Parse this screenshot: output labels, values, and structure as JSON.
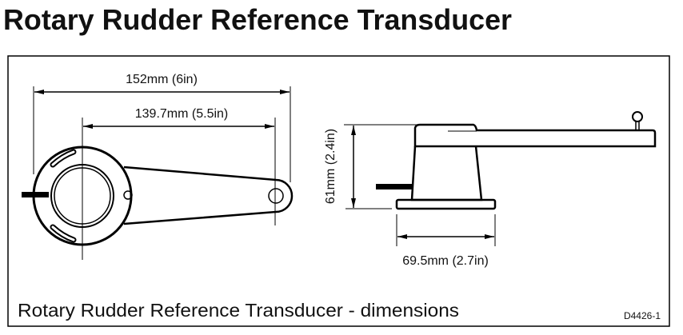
{
  "title": "Rotary Rudder Reference Transducer",
  "caption": "Rotary Rudder Reference Transducer - dimensions",
  "drawing_code": "D4426-1",
  "dimensions": {
    "overall_length": "152mm (6in)",
    "pivot_length": "139.7mm (5.5in)",
    "height": "61mm (2.4in)",
    "base_width": "69.5mm (2.7in)"
  }
}
